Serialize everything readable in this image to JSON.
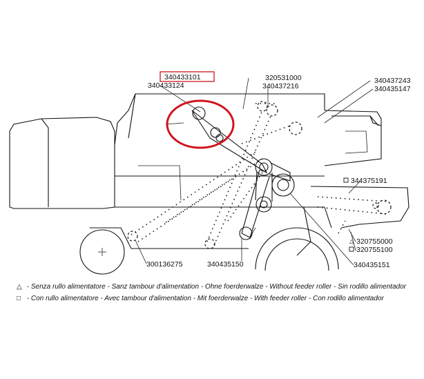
{
  "part_numbers": {
    "p340433101": "340433101",
    "p340433124": "340433124",
    "p320531000": "320531000",
    "p340437216": "340437216",
    "p340437243": "340437243",
    "p340435147": "340435147",
    "p344375191": "344375191",
    "p320755000": "320755000",
    "p320755100": "320755100",
    "p340435151": "340435151",
    "p340435150": "340435150",
    "p300136275": "300136275"
  },
  "legend": {
    "triangle_symbol": "△",
    "triangle_text": "- Senza rullo alimentatore - Sanz tambour d'alimentation - Ohne foerderwalze - Without feeder roller - Sin rodillo alimentador",
    "square_symbol": "□",
    "square_text": "- Con rullo alimentatore - Avec tambour d'alimentation - Mit foerderwalze - With feeder roller - Con rodillo alimentador"
  },
  "markers": {
    "triangle": "△",
    "square": "□"
  },
  "colors": {
    "highlight": "#d0141c",
    "line": "#111111"
  }
}
